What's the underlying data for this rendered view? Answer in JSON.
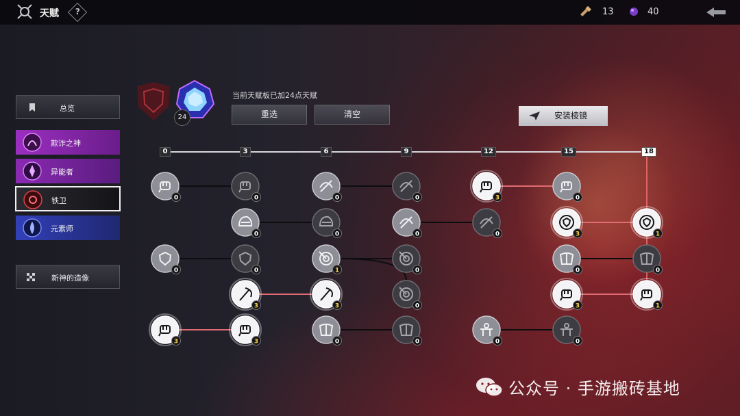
{
  "header": {
    "title": "天赋",
    "help_label": "?",
    "currency_a": "13",
    "currency_b": "40"
  },
  "sidebar": {
    "overview_label": "总览",
    "classes": [
      {
        "label": "欺诈之神",
        "color": "#8f2bb0"
      },
      {
        "label": "异能者",
        "color": "#7a2a9c"
      },
      {
        "label": "铁卫",
        "color": "#1d1d22",
        "selected": true
      },
      {
        "label": "元素师",
        "color": "#2a3aa0"
      }
    ],
    "statue_label": "新神的造像"
  },
  "panel": {
    "points_info": "当前天赋板已加24点天赋",
    "gem_count": "24",
    "reselect_label": "重选",
    "clear_label": "清空",
    "prism_label": "安装棱镜"
  },
  "tiers": [
    "0",
    "3",
    "6",
    "9",
    "12",
    "15",
    "18"
  ],
  "talent_nodes": [
    {
      "tier": 0,
      "row": 0,
      "count": "0",
      "state": "available",
      "icon": "fist-icon"
    },
    {
      "tier": 1,
      "row": 0,
      "count": "0",
      "state": "locked",
      "icon": "fist-icon"
    },
    {
      "tier": 2,
      "row": 0,
      "count": "0",
      "state": "available",
      "icon": "crossbow-icon"
    },
    {
      "tier": 3,
      "row": 0,
      "count": "0",
      "state": "locked",
      "icon": "crossbow-icon"
    },
    {
      "tier": 4,
      "row": 0,
      "count": "3",
      "state": "active",
      "icon": "punch-icon"
    },
    {
      "tier": 5,
      "row": 0,
      "count": "0",
      "state": "available",
      "icon": "punch-icon"
    },
    {
      "tier": 1,
      "row": 1,
      "count": "0",
      "state": "available",
      "icon": "helmet-icon"
    },
    {
      "tier": 2,
      "row": 1,
      "count": "0",
      "state": "locked",
      "icon": "helmet-icon"
    },
    {
      "tier": 3,
      "row": 1,
      "count": "0",
      "state": "available",
      "icon": "crossbow-icon"
    },
    {
      "tier": 4,
      "row": 1,
      "count": "0",
      "state": "locked",
      "icon": "crossbow-icon"
    },
    {
      "tier": 5,
      "row": 1,
      "count": "3",
      "state": "active",
      "icon": "shield-ring-icon"
    },
    {
      "tier": 6,
      "row": 1,
      "count": "1",
      "state": "active",
      "icon": "shield-ring-icon"
    },
    {
      "tier": 0,
      "row": 2,
      "count": "0",
      "state": "available",
      "icon": "shield-icon"
    },
    {
      "tier": 1,
      "row": 2,
      "count": "0",
      "state": "locked",
      "icon": "shield-icon"
    },
    {
      "tier": 2,
      "row": 2,
      "count": "1",
      "state": "available",
      "icon": "target-icon"
    },
    {
      "tier": 3,
      "row": 2,
      "count": "0",
      "state": "locked",
      "icon": "target-icon"
    },
    {
      "tier": 5,
      "row": 2,
      "count": "0",
      "state": "available",
      "icon": "armor-icon"
    },
    {
      "tier": 6,
      "row": 2,
      "count": "0",
      "state": "locked",
      "icon": "armor-icon"
    },
    {
      "tier": 1,
      "row": 3,
      "count": "3",
      "state": "active",
      "icon": "axe-icon"
    },
    {
      "tier": 2,
      "row": 3,
      "count": "3",
      "state": "active",
      "icon": "axe-icon"
    },
    {
      "tier": 3,
      "row": 3,
      "count": "0",
      "state": "locked",
      "icon": "target-icon"
    },
    {
      "tier": 5,
      "row": 3,
      "count": "3",
      "state": "active",
      "icon": "punch-icon"
    },
    {
      "tier": 6,
      "row": 3,
      "count": "1",
      "state": "active",
      "icon": "punch-icon"
    },
    {
      "tier": 0,
      "row": 4,
      "count": "3",
      "state": "active",
      "icon": "punch-icon"
    },
    {
      "tier": 1,
      "row": 4,
      "count": "3",
      "state": "active",
      "icon": "punch-icon"
    },
    {
      "tier": 2,
      "row": 4,
      "count": "0",
      "state": "available",
      "icon": "armor-icon"
    },
    {
      "tier": 3,
      "row": 4,
      "count": "0",
      "state": "locked",
      "icon": "armor-icon"
    },
    {
      "tier": 4,
      "row": 4,
      "count": "0",
      "state": "available",
      "icon": "body-icon"
    },
    {
      "tier": 5,
      "row": 4,
      "count": "0",
      "state": "locked",
      "icon": "body-icon"
    }
  ],
  "talent_links": [
    {
      "from": [
        0,
        0
      ],
      "to": [
        1,
        0
      ],
      "lit": false
    },
    {
      "from": [
        2,
        0
      ],
      "to": [
        3,
        0
      ],
      "lit": false
    },
    {
      "from": [
        4,
        0
      ],
      "to": [
        5,
        0
      ],
      "lit": true
    },
    {
      "from": [
        1,
        1
      ],
      "to": [
        2,
        1
      ],
      "lit": false
    },
    {
      "from": [
        3,
        1
      ],
      "to": [
        4,
        1
      ],
      "lit": false
    },
    {
      "from": [
        5,
        1
      ],
      "to": [
        6,
        1
      ],
      "lit": true
    },
    {
      "from": [
        0,
        2
      ],
      "to": [
        1,
        2
      ],
      "lit": false
    },
    {
      "from": [
        2,
        2
      ],
      "to": [
        3,
        2
      ],
      "lit": false
    },
    {
      "from": [
        2,
        2
      ],
      "to": [
        3,
        3
      ],
      "lit": false,
      "curve": true
    },
    {
      "from": [
        5,
        2
      ],
      "to": [
        6,
        2
      ],
      "lit": false
    },
    {
      "from": [
        1,
        3
      ],
      "to": [
        2,
        3
      ],
      "lit": true
    },
    {
      "from": [
        5,
        3
      ],
      "to": [
        6,
        3
      ],
      "lit": true
    },
    {
      "from": [
        0,
        4
      ],
      "to": [
        1,
        4
      ],
      "lit": true
    },
    {
      "from": [
        2,
        4
      ],
      "to": [
        3,
        4
      ],
      "lit": false
    },
    {
      "from": [
        4,
        4
      ],
      "to": [
        5,
        4
      ],
      "lit": false
    }
  ],
  "watermark": "公众号 · 手游搬砖基地"
}
